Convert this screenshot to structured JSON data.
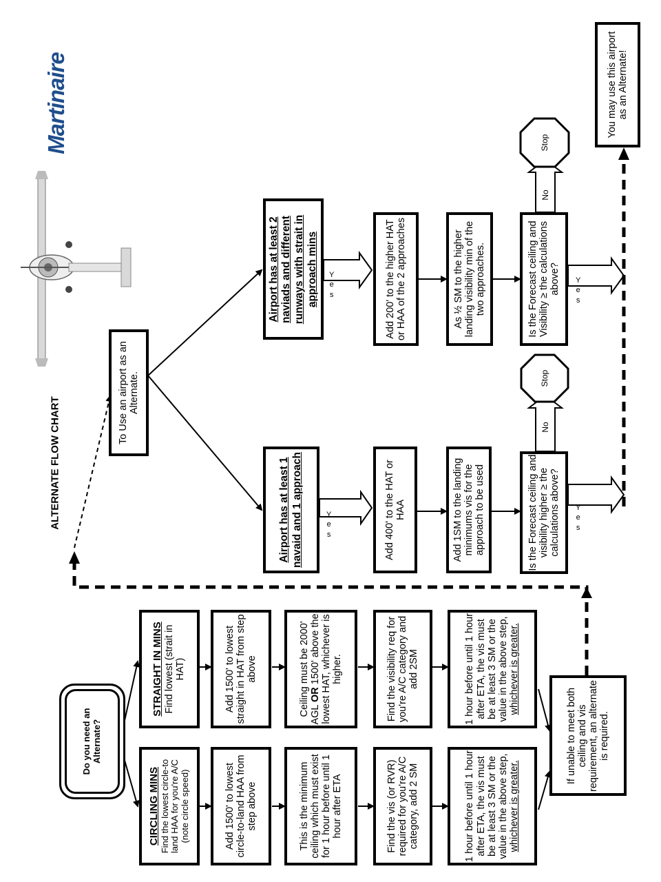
{
  "page_title": "ALTERNATE FLOW CHART",
  "logo_text": "Martinaire",
  "colors": {
    "line": "#000000",
    "logo": "#1f4e8c"
  },
  "icons": {
    "aircraft": "airplane-top-view-icon"
  },
  "start": {
    "line1": "Do you need an",
    "line2": "Alternate?"
  },
  "circling": {
    "heading": "CIRCLING MINS",
    "step1": "Find the lowest circle-to land HAA for you're A/C (note circle speed)",
    "step2": "Add 1500' to lowest circle-to-land HAA from step above",
    "step3": "This is the minimum ceiling which must exist for 1 hour before until 1 hour after ETA",
    "step4": "Find the vis (or RVR) required for you're A/C category, add 2 SM",
    "step5_pre": "1 hour before until 1 hour after ETA, the vis must be at least 3 SM or the value in the above step, ",
    "step5_ul": "whichever is greater."
  },
  "straight": {
    "heading": "STRAIGHT IN MINS",
    "step1": "Find lowest (strait in HAT)",
    "step2": "Add 1500' to lowest straight in HAT from step above",
    "step3_a": "Ceiling must be 2000' AGL ",
    "step3_or": "OR",
    "step3_b": " 1500' above the lowest HAT, whichever is higher.",
    "step4": "Find the visibility req for you're A/C category and add 2SM",
    "step5_pre": "1 hour before until 1 hour after ETA, the vis must be at least 3 SM or the value in the above step, ",
    "step5_ul": "whichever is greater."
  },
  "unable": "If unable to meet both ceiling and vis requirement, an alternate is required.",
  "use_airport": "To Use an airport as an Alternate.",
  "branch1": {
    "heading": "Airport has at least 1 navaid and 1 approach",
    "step1": "Add 400' to the HAT or HAA",
    "step2": "Add 1SM to the landing minimums vis for the approach to be used",
    "question": "Is the Forecast ceiling and visibility higher ≥ the calculations above?"
  },
  "branch2": {
    "heading": "Airport has at least 2 naviads and different runways with strait in approach mins",
    "step1": "Add 200' to the higher HAT or HAA of the 2 approaches",
    "step2": "As ½ SM to the higher landing visibility min of the two approaches.",
    "question": "Is the Forecast ceiling and Visibility ≥ the calculations above?"
  },
  "yes_letters": [
    "Y",
    "e",
    "s"
  ],
  "no_label": "No",
  "stop_label": "Stop",
  "result": "You may use this airport as an Alternate!"
}
